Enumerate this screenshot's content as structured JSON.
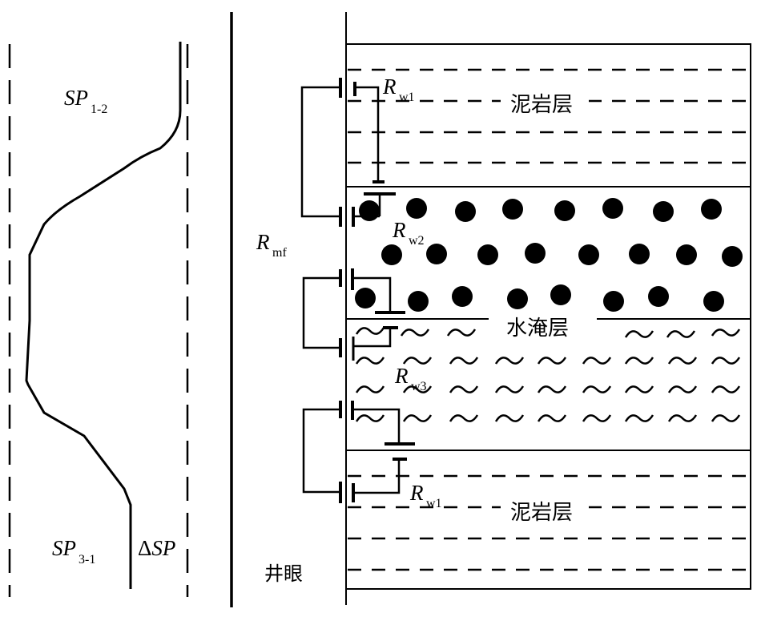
{
  "sp_log": {
    "label_top_main": "SP",
    "label_top_sub": "1-2",
    "label_bottom_main": "SP",
    "label_bottom_sub": "3-1",
    "delta_label_symbol": "Δ",
    "delta_label_main": "SP"
  },
  "wellbore": {
    "label": "井眼",
    "rmf_main": "R",
    "rmf_sub": "mf"
  },
  "layers": [
    {
      "name": "mudstone-top",
      "label": "泥岩层",
      "pattern": "dashed-lines",
      "r_main": "R",
      "r_sub": "w1"
    },
    {
      "name": "sandstone",
      "label": "",
      "pattern": "dots",
      "r_main": "R",
      "r_sub": "w2"
    },
    {
      "name": "flooded",
      "label": "水淹层",
      "pattern": "waves",
      "r_main": "R",
      "r_sub": "w3"
    },
    {
      "name": "mudstone-bottom",
      "label": "泥岩层",
      "pattern": "dashed-lines",
      "r_main": "R",
      "r_sub": "w1"
    }
  ],
  "colors": {
    "ink": "#000000",
    "background": "#ffffff"
  }
}
